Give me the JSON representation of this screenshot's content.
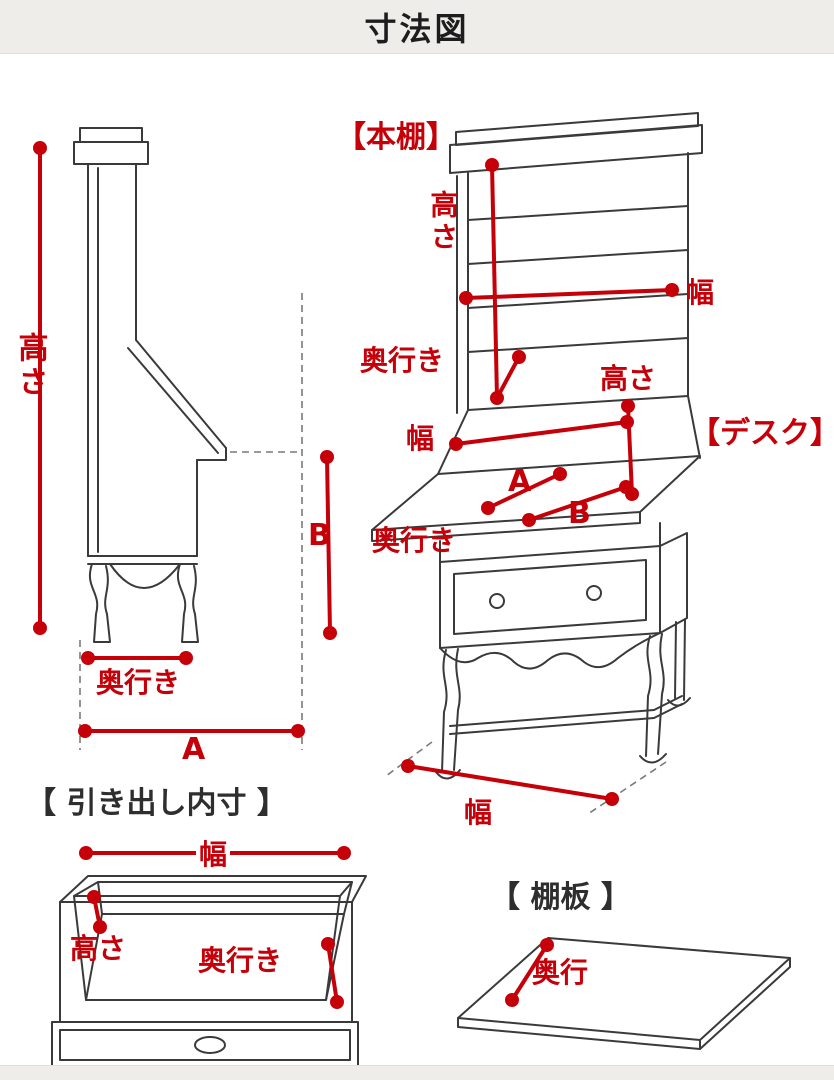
{
  "header": {
    "title": "寸法図"
  },
  "colors": {
    "accent_red": "#c60008",
    "line_color": "#3a3a3a",
    "header_bg": "#efedea"
  },
  "sections": {
    "bookshelf": "【本棚】",
    "desk": "【デスク】",
    "drawer_inner": "【 引き出し内寸 】",
    "shelf_board": "【 棚板 】"
  },
  "front_view": {
    "bookshelf_height": "高さ",
    "bookshelf_width": "幅",
    "bookshelf_depth": "奥行き",
    "desk_height": "高さ",
    "desk_width": "幅",
    "surface_a": "A",
    "surface_b": "B",
    "surface_depth": "奥行き",
    "base_width": "幅"
  },
  "side_view": {
    "height": "高さ",
    "b": "B",
    "depth": "奥行き",
    "a": "A"
  },
  "drawer_view": {
    "width": "幅",
    "height": "高さ",
    "depth": "奥行き"
  },
  "shelf_view": {
    "depth": "奥行"
  }
}
